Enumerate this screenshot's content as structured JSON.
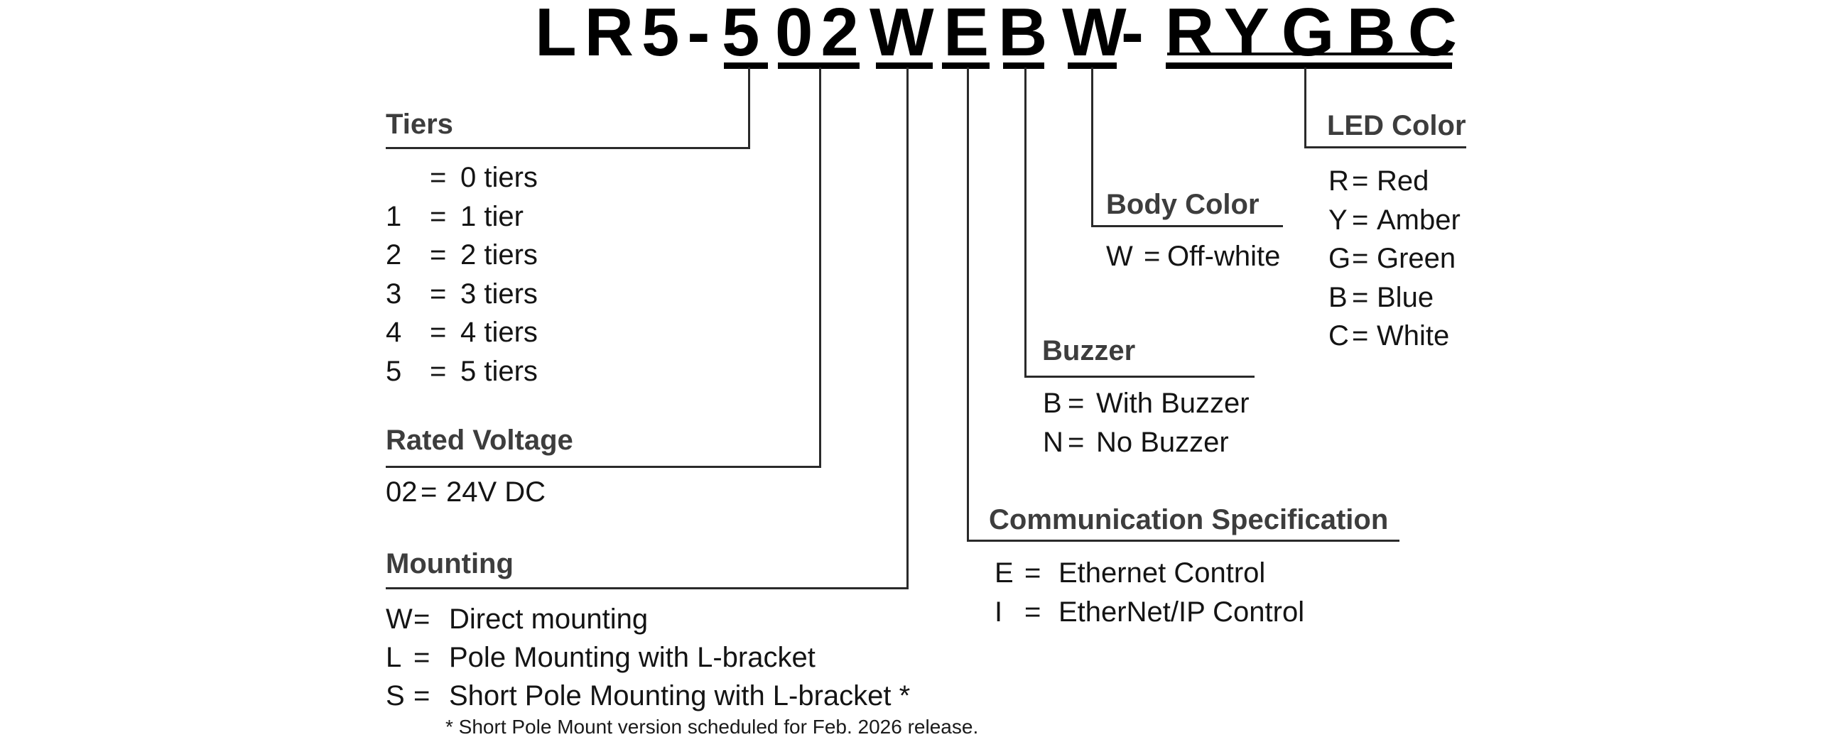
{
  "symbols": {
    "equals": "="
  },
  "model_number": {
    "full": "LR5-502WEBW-RYGBC",
    "prefix": "LR5-",
    "tiers_code": "5",
    "voltage_code": "02",
    "mounting_code": "W",
    "communication_code": "E",
    "buzzer_code": "B",
    "body_color_code": "W",
    "separator": "-",
    "led_colors_code": "RYGBC"
  },
  "sections": {
    "tiers": {
      "title": "Tiers",
      "items": [
        {
          "code": "",
          "label": "0 tiers"
        },
        {
          "code": "1",
          "label": "1 tier"
        },
        {
          "code": "2",
          "label": "2 tiers"
        },
        {
          "code": "3",
          "label": "3 tiers"
        },
        {
          "code": "4",
          "label": "4 tiers"
        },
        {
          "code": "5",
          "label": "5 tiers"
        }
      ]
    },
    "rated_voltage": {
      "title": "Rated Voltage",
      "items": [
        {
          "code": "02",
          "label": "24V DC"
        }
      ]
    },
    "mounting": {
      "title": "Mounting",
      "items": [
        {
          "code": "W",
          "label": "Direct mounting"
        },
        {
          "code": "L",
          "label": "Pole Mounting with L-bracket"
        },
        {
          "code": "S",
          "label": "Short Pole Mounting with L-bracket *"
        }
      ],
      "footnote": "* Short Pole Mount version scheduled for Feb. 2026 release."
    },
    "communication": {
      "title": "Communication Specification",
      "items": [
        {
          "code": "E",
          "label": "Ethernet Control"
        },
        {
          "code": "I",
          "label": "EtherNet/IP Control"
        }
      ]
    },
    "buzzer": {
      "title": "Buzzer",
      "items": [
        {
          "code": "B",
          "label": "With Buzzer"
        },
        {
          "code": "N",
          "label": "No Buzzer"
        }
      ]
    },
    "body_color": {
      "title": "Body Color",
      "items": [
        {
          "code": "W",
          "label": "Off-white"
        }
      ]
    },
    "led_color": {
      "title": "LED Color",
      "items": [
        {
          "code": "R",
          "label": "Red"
        },
        {
          "code": "Y",
          "label": "Amber"
        },
        {
          "code": "G",
          "label": "Green"
        },
        {
          "code": "B",
          "label": "Blue"
        },
        {
          "code": "C",
          "label": "White"
        }
      ]
    }
  },
  "colors": {
    "background": "#ffffff",
    "title_text": "#000000",
    "heading_text": "#3d3d3d",
    "item_text": "#141414",
    "line": "#2a2a2a",
    "bar": "#000000"
  }
}
